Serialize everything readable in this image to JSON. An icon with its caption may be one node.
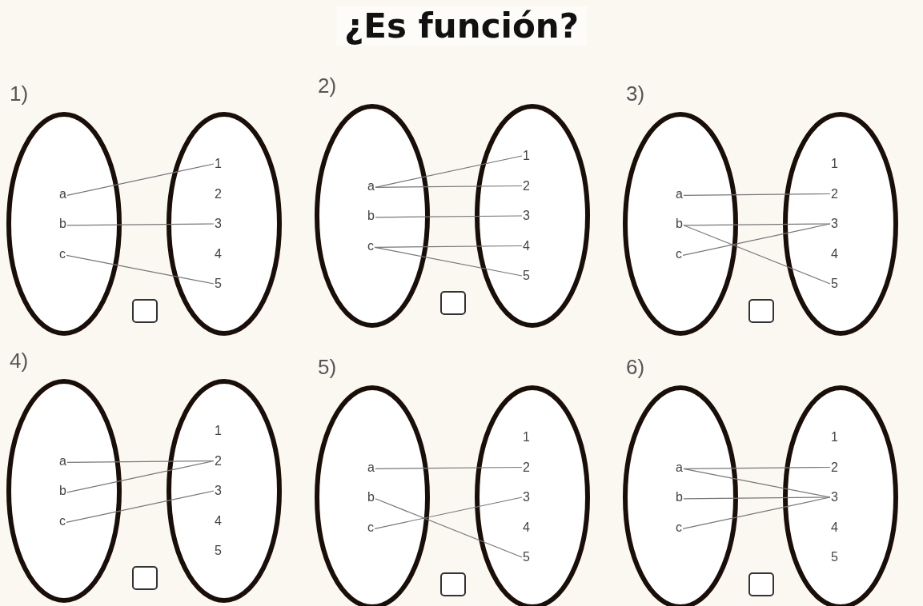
{
  "diagram": {
    "title": "¿Es función?",
    "nodes": [
      {
        "text": [],
        "shape": "ellipse"
      },
      {
        "text": [
          "a"
        ],
        "in": 0
      },
      {
        "text": [
          "b"
        ],
        "in": 0
      },
      {
        "text": [
          "c"
        ],
        "in": 0
      },
      {
        "text": [],
        "shape": "ellipse"
      },
      {
        "text": [
          "1"
        ],
        "in": 4
      },
      {
        "text": [
          "2"
        ],
        "in": 4
      },
      {
        "text": [
          "3"
        ],
        "in": 4
      },
      {
        "text": [
          "4"
        ],
        "in": 4
      },
      {
        "text": [
          "5"
        ],
        "in": 4
      },
      {
        "text": [],
        "shape": "ellipse"
      },
      {
        "text": [
          "a"
        ],
        "in": 10
      },
      {
        "text": [
          "b"
        ],
        "in": 10
      },
      {
        "text": [
          "c"
        ],
        "in": 10
      },
      {
        "text": [],
        "shape": "ellipse"
      },
      {
        "text": [
          "1"
        ],
        "in": 14
      },
      {
        "text": [
          "2"
        ],
        "in": 14
      },
      {
        "text": [
          "3"
        ],
        "in": 14
      },
      {
        "text": [
          "4"
        ],
        "in": 14
      },
      {
        "text": [
          "5"
        ],
        "in": 14
      },
      {
        "text": [],
        "shape": "ellipse"
      },
      {
        "text": [
          "a"
        ],
        "in": 20
      },
      {
        "text": [
          "b"
        ],
        "in": 20
      },
      {
        "text": [
          "c"
        ],
        "in": 20
      },
      {
        "text": [],
        "shape": "ellipse"
      },
      {
        "text": [
          "1"
        ],
        "in": 24
      },
      {
        "text": [
          "2"
        ],
        "in": 24
      },
      {
        "text": [
          "3"
        ],
        "in": 24
      },
      {
        "text": [
          "4"
        ],
        "in": 24
      },
      {
        "text": [
          "5"
        ],
        "in": 24
      },
      {
        "text": [],
        "shape": "ellipse"
      },
      {
        "text": [
          "a"
        ],
        "in": 30
      },
      {
        "text": [
          "b"
        ],
        "in": 30
      },
      {
        "text": [
          "c"
        ],
        "in": 30
      },
      {
        "text": [],
        "shape": "ellipse"
      },
      {
        "text": [
          "1"
        ],
        "in": 34
      },
      {
        "text": [
          "2"
        ],
        "in": 34
      },
      {
        "text": [
          "3"
        ],
        "in": 34
      },
      {
        "text": [
          "4"
        ],
        "in": 34
      },
      {
        "text": [
          "5"
        ],
        "in": 34
      },
      {
        "text": [],
        "shape": "ellipse"
      },
      {
        "text": [
          "a"
        ],
        "in": 40
      },
      {
        "text": [
          "b"
        ],
        "in": 40
      },
      {
        "text": [
          "c"
        ],
        "in": 40
      },
      {
        "text": [],
        "shape": "ellipse"
      },
      {
        "text": [
          "1"
        ],
        "in": 44
      },
      {
        "text": [
          "2"
        ],
        "in": 44
      },
      {
        "text": [
          "3"
        ],
        "in": 44
      },
      {
        "text": [
          "4"
        ],
        "in": 44
      },
      {
        "text": [
          "5"
        ],
        "in": 44
      },
      {
        "text": [],
        "shape": "ellipse"
      },
      {
        "text": [
          "a"
        ],
        "in": 50
      },
      {
        "text": [
          "b"
        ],
        "in": 50
      },
      {
        "text": [
          "c"
        ],
        "in": 50
      },
      {
        "text": [],
        "shape": "ellipse"
      },
      {
        "text": [
          "1"
        ],
        "in": 54
      },
      {
        "text": [
          "2"
        ],
        "in": 54
      },
      {
        "text": [
          "3"
        ],
        "in": 54
      },
      {
        "text": [
          "4"
        ],
        "in": 54
      },
      {
        "text": [
          "5"
        ],
        "in": 54
      }
    ],
    "edges": [
      {
        "from": 1,
        "to": 5,
        "arrow": "none"
      },
      {
        "from": 2,
        "to": 7,
        "arrow": "none"
      },
      {
        "from": 3,
        "to": 9,
        "arrow": "none"
      },
      {
        "from": 11,
        "to": 15,
        "arrow": "none"
      },
      {
        "from": 11,
        "to": 16,
        "arrow": "none"
      },
      {
        "from": 12,
        "to": 17,
        "arrow": "none"
      },
      {
        "from": 13,
        "to": 18,
        "arrow": "none"
      },
      {
        "from": 13,
        "to": 19,
        "arrow": "none"
      },
      {
        "from": 21,
        "to": 26,
        "arrow": "none"
      },
      {
        "from": 22,
        "to": 27,
        "arrow": "none"
      },
      {
        "from": 22,
        "to": 29,
        "arrow": "none"
      },
      {
        "from": 23,
        "to": 27,
        "arrow": "none"
      },
      {
        "from": 31,
        "to": 36,
        "arrow": "none"
      },
      {
        "from": 32,
        "to": 36,
        "arrow": "none"
      },
      {
        "from": 33,
        "to": 37,
        "arrow": "none"
      },
      {
        "from": 41,
        "to": 46,
        "arrow": "none"
      },
      {
        "from": 42,
        "to": 49,
        "arrow": "none"
      },
      {
        "from": 43,
        "to": 47,
        "arrow": "none"
      },
      {
        "from": 51,
        "to": 56,
        "arrow": "none"
      },
      {
        "from": 51,
        "to": 57,
        "arrow": "none"
      },
      {
        "from": 52,
        "to": 57,
        "arrow": "none"
      },
      {
        "from": 53,
        "to": 57,
        "arrow": "none"
      }
    ],
    "labels": [
      "1)",
      "2)",
      "3)",
      "4)",
      "5)",
      "6)"
    ]
  }
}
